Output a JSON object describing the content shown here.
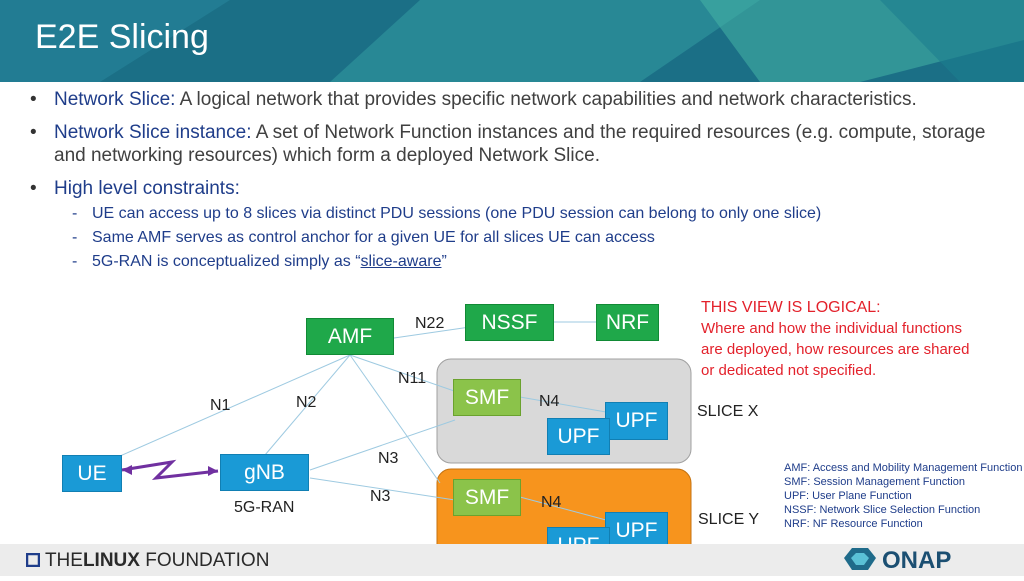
{
  "title": "E2E Slicing",
  "bullets": [
    {
      "term": "Network Slice:",
      "desc": " A logical network that provides specific network capabilities and network characteristics."
    },
    {
      "term": "Network Slice instance:",
      "desc": " A set of Network Function instances and the required resources (e.g. compute, storage and networking resources) which form a deployed Network Slice."
    },
    {
      "term": "High level constraints:",
      "desc": ""
    }
  ],
  "constraints": [
    "UE can access up to 8 slices via distinct PDU sessions (one PDU session can belong to only one slice)",
    "Same AMF serves as control anchor for a given UE for all slices UE can access"
  ],
  "constraint3": {
    "prefix": "5G-RAN is conceptualized simply as “",
    "link": "slice-aware",
    "suffix": "”"
  },
  "diagram": {
    "nodes": {
      "amf": "AMF",
      "nssf": "NSSF",
      "nrf": "NRF",
      "smf_x": "SMF",
      "upf_x1": "UPF",
      "upf_x2": "UPF",
      "smf_y": "SMF",
      "upf_y1": "UPF",
      "upf_y2": "UPF",
      "ue": "UE",
      "gnb": "gNB"
    },
    "labels": {
      "n22": "N22",
      "n11": "N11",
      "n1": "N1",
      "n2": "N2",
      "n3a": "N3",
      "n3b": "N3",
      "n4x": "N4",
      "n4y": "N4",
      "ran": "5G-RAN",
      "slice_x": "SLICE X",
      "slice_y": "SLICE Y"
    },
    "colors": {
      "slice_x_bg": "#d9d9d9",
      "slice_y_bg": "#f7941d",
      "green": "#1fa84a",
      "light_green": "#8bc34a",
      "blue": "#1a9ad6"
    }
  },
  "note": {
    "title": "THIS VIEW IS LOGICAL:",
    "lines": [
      "Where and how the individual functions",
      "are deployed, how resources are shared",
      "or dedicated not specified."
    ]
  },
  "abbreviations": [
    "AMF: Access and Mobility Management Function",
    "SMF: Session Management Function",
    "UPF: User Plane Function",
    "NSSF: Network Slice Selection Function",
    "NRF: NF Resource Function"
  ],
  "footer": {
    "lf_prefix": "THE",
    "lf_bold": "LINUX",
    "lf_suffix": " FOUNDATION",
    "onap": "ONAP"
  }
}
